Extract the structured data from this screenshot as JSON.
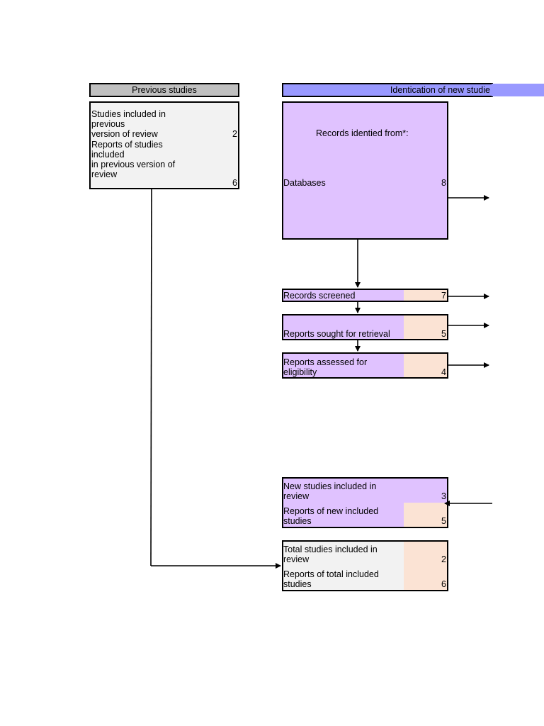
{
  "headers": {
    "previous": "Previous studies",
    "identification": "Identication of new studie"
  },
  "previous_box": {
    "studies_label": "Studies included in\nprevious\nversion of review",
    "studies_value": "2",
    "reports_label": "Reports of studies\nincluded\nin previous version of\nreview",
    "reports_value": "6"
  },
  "records_box": {
    "title": "Records identied from*:",
    "databases_label": "Databases",
    "databases_value": "8"
  },
  "screened": {
    "label": "Records screened",
    "value": "7"
  },
  "sought": {
    "label": "Reports sought for retrieval",
    "value": "5"
  },
  "assessed": {
    "label": "Reports assessed for\neligibility",
    "value": "4"
  },
  "new_included": {
    "studies_label": "New studies included in\nreview",
    "studies_value": "3",
    "reports_label": "Reports of new included\nstudies",
    "reports_value": "5"
  },
  "total_included": {
    "studies_label": "Total studies included in\nreview",
    "studies_value": "2",
    "reports_label": "Reports of total included\nstudies",
    "reports_value": "6"
  },
  "colors": {
    "grey_header": "#c0c0c0",
    "grey_box": "#f2f2f2",
    "blue_header": "#9999ff",
    "lavender": "#e0c2ff",
    "peach": "#fbe3d4"
  }
}
